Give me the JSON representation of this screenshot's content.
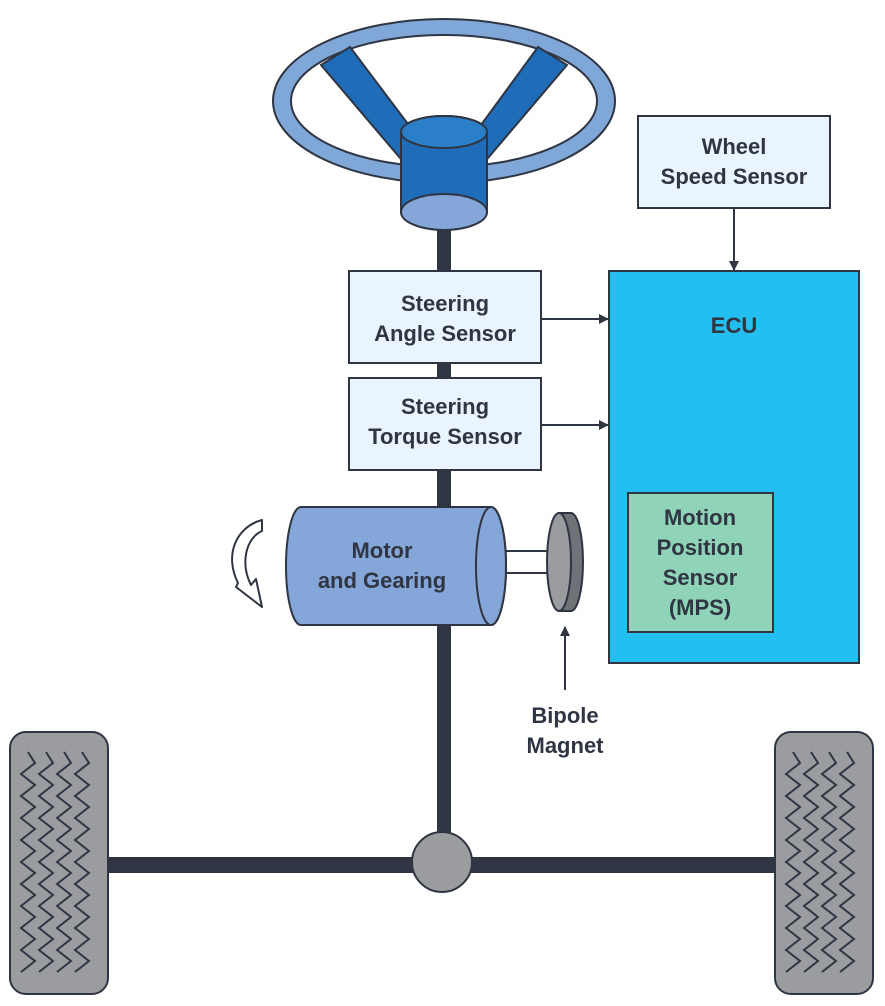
{
  "diagram": {
    "wheel_speed_sensor": [
      "Wheel",
      "Speed Sensor"
    ],
    "ecu": "ECU",
    "steering_angle_sensor": [
      "Steering",
      "Angle Sensor"
    ],
    "steering_torque_sensor": [
      "Steering",
      "Torque Sensor"
    ],
    "motor_and_gearing": [
      "Motor",
      "and Gearing"
    ],
    "motion_position_sensor": [
      "Motion",
      "Position",
      "Sensor",
      "(MPS)"
    ],
    "bipole_magnet": [
      "Bipole",
      "Magnet"
    ]
  },
  "colors": {
    "steering_wheel_rim": "#7fa8d8",
    "steering_wheel_spoke": "#1f6db8",
    "sensor_box_fill": "#eaf4fc",
    "ecu_fill": "#22bff0",
    "mps_fill": "#8fd3b8",
    "motor_fill": "#85a6d8",
    "shaft": "#2f3542",
    "tire": "#9a9c9f"
  },
  "icons": [
    "steering-wheel-icon",
    "rotation-arrow-icon",
    "bipole-magnet-icon",
    "tire-icon",
    "pivot-joint-icon"
  ]
}
